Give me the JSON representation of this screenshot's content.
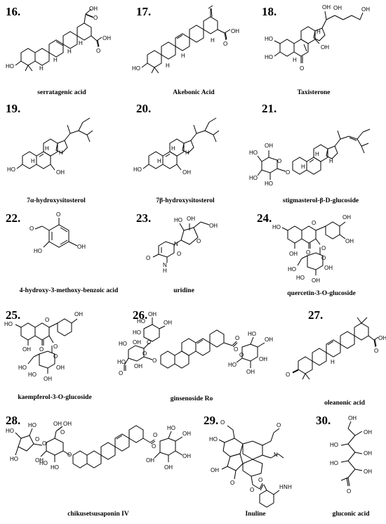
{
  "compounds": [
    {
      "number": "16.",
      "name": "serratagenic acid",
      "labels": [
        "OH",
        "O",
        "OH",
        "O",
        "HO",
        "H",
        "H",
        "H",
        "H"
      ]
    },
    {
      "number": "17.",
      "name": "Akebonic Acid",
      "labels": [
        "OH",
        "O",
        "H",
        "H",
        "HO",
        "H"
      ]
    },
    {
      "number": "18.",
      "name": "Taxisterone",
      "labels": [
        "OH",
        "OH",
        "OH",
        "H",
        "OH",
        "HO",
        "HO",
        "H",
        "O"
      ]
    },
    {
      "number": "19.",
      "name": "7α-hydroxysitosterol",
      "labels": [
        "H",
        "H",
        "H",
        "HO",
        "OH"
      ]
    },
    {
      "number": "20.",
      "name": "7β-hydroxysitosterol",
      "labels": [
        "H",
        "H",
        "H",
        "HO",
        "OH"
      ]
    },
    {
      "number": "21.",
      "name": "stigmasterol-β-D-glucoside",
      "labels": [
        "HO",
        "OH",
        "HO",
        "HO",
        "O",
        "O",
        "H",
        "H",
        "H"
      ]
    },
    {
      "number": "22.",
      "name": "4-hydroxy-3-methoxy-benzoic acid",
      "labels": [
        "O",
        "OH",
        "O",
        "HO"
      ]
    },
    {
      "number": "23.",
      "name": "uridine",
      "labels": [
        "HO",
        "OH",
        "OH",
        "O",
        "N",
        "O",
        "N",
        "H",
        "O"
      ]
    },
    {
      "number": "24.",
      "name": "quercetin-3-O-glucoside",
      "labels": [
        "OH",
        "OH",
        "HO",
        "O",
        "OH",
        "O",
        "O",
        "O",
        "HO",
        "OH",
        "HO",
        "OH"
      ]
    },
    {
      "number": "25.",
      "name": "kaempferol-3-O-glucoside",
      "labels": [
        "OH",
        "HO",
        "O",
        "OH",
        "O",
        "O",
        "O",
        "HO",
        "OH",
        "HO",
        "OH"
      ]
    },
    {
      "number": "26.",
      "name": "ginsenoside Ro",
      "labels": [
        "HO",
        "OH",
        "HO",
        "OH",
        "O",
        "HO",
        "OH",
        "O",
        "OH",
        "O",
        "O",
        "HO",
        "O",
        "O",
        "HO",
        "OH",
        "HO",
        "OH",
        "OH",
        "O"
      ]
    },
    {
      "number": "27.",
      "name": "oleanonic acid",
      "labels": [
        "OH",
        "O",
        "H",
        "O"
      ]
    },
    {
      "number": "28.",
      "name": "chikusetsusaponin IV",
      "labels": [
        "HO",
        "HO",
        "O",
        "OH",
        "O",
        "OH",
        "HO",
        "OH",
        "O",
        "O",
        "HO",
        "HO",
        "O",
        "O",
        "HO",
        "OH",
        "OH",
        "OH",
        "OH"
      ]
    },
    {
      "number": "29.",
      "name": "Inuline",
      "labels": [
        "O",
        "O",
        "HO",
        "N",
        "OH",
        "O",
        "O",
        "O",
        "H",
        "N",
        "H"
      ]
    },
    {
      "number": "30.",
      "name": "gluconic acid",
      "labels": [
        "OH",
        "HO",
        "OH",
        "OH",
        "HO",
        "O",
        "OH"
      ]
    }
  ]
}
